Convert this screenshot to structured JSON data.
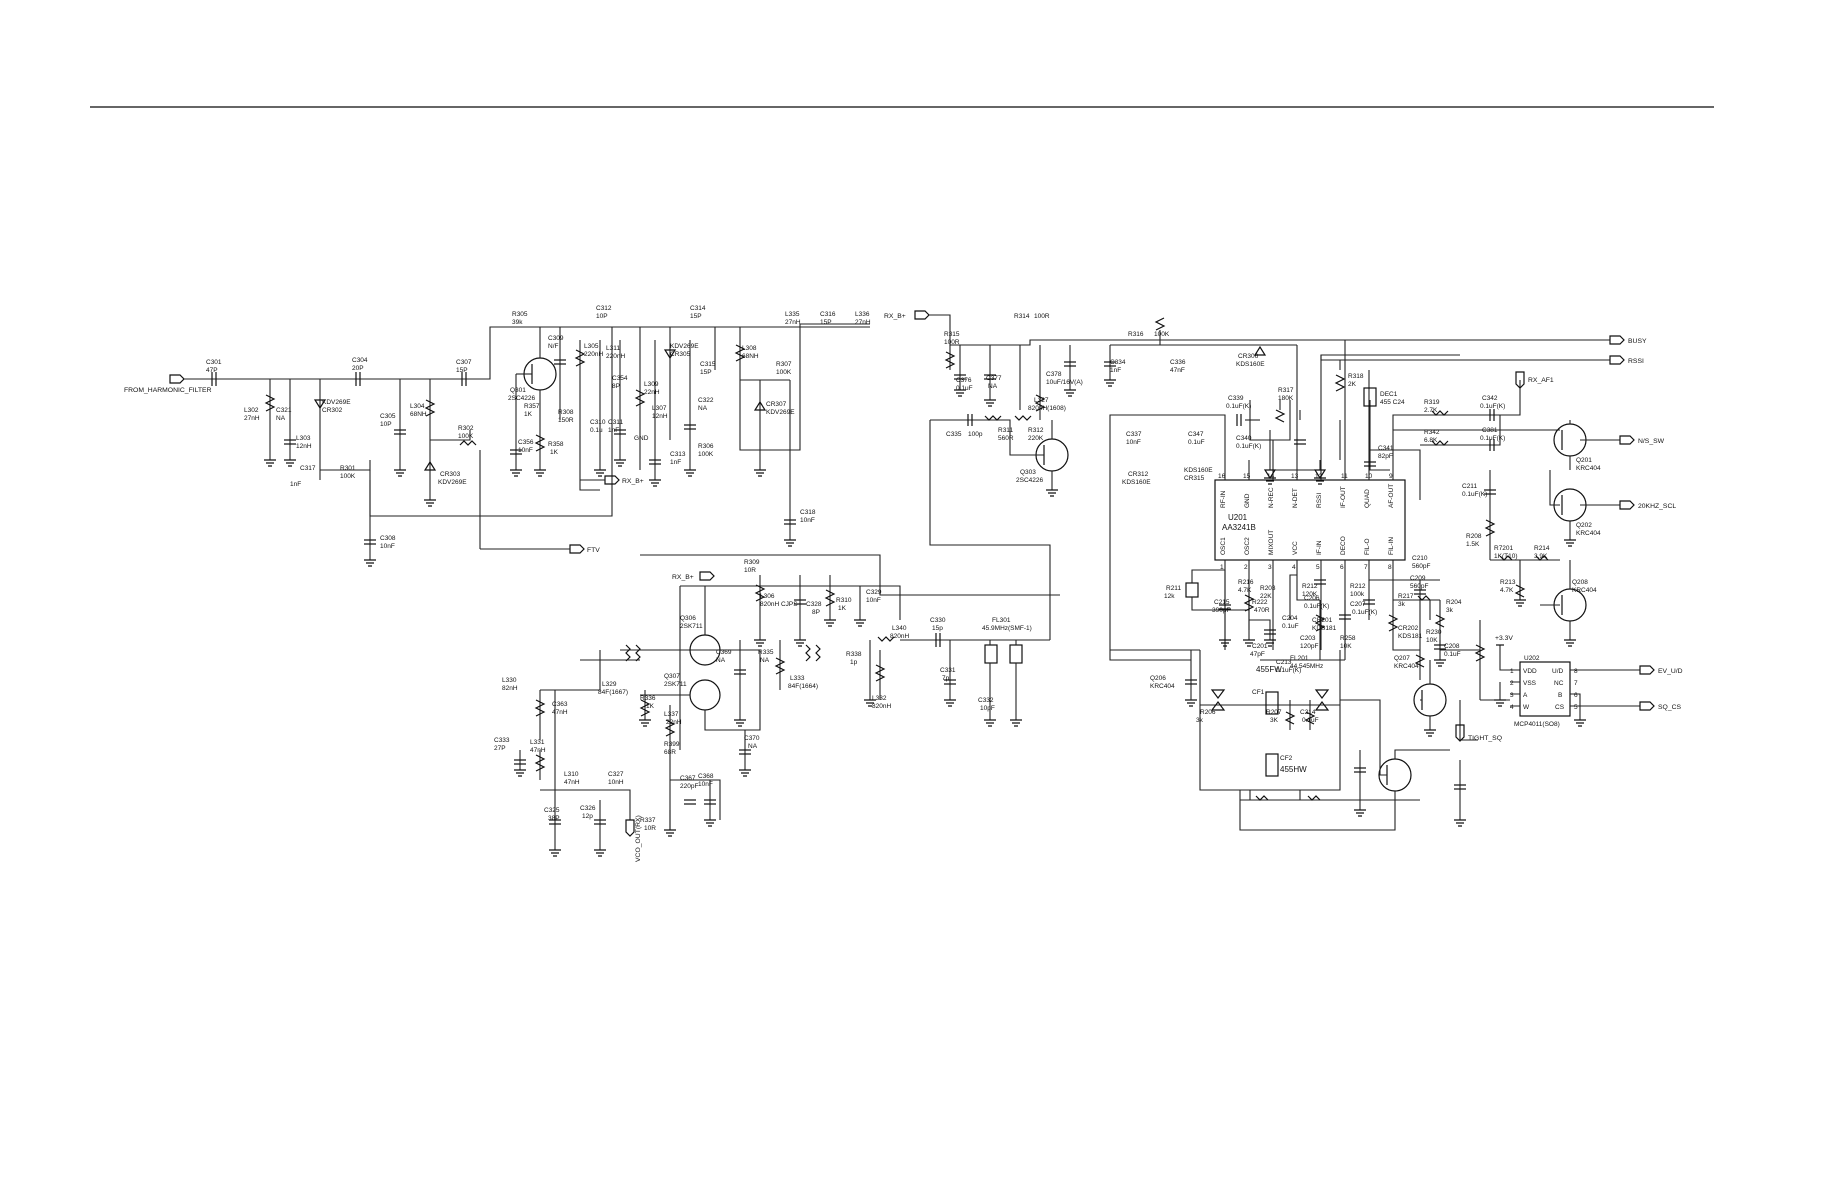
{
  "ports": {
    "from_harmonic_filter": "FROM_HARMONIC_FILTER",
    "ftv": "FTV",
    "rx_b_plus_1": "RX_B+",
    "rx_b_plus_2": "RX_B+",
    "rx_b_plus_3": "RX_B+",
    "vco_out_rx": "VCO_OUT(RX)",
    "busy": "BUSY",
    "rssi": "RSSI",
    "rx_af1": "RX_AF1",
    "n_s_sw": "N/S_SW",
    "khz_scl": "20KHZ_SCL",
    "ev_u_d": "EV_U/D",
    "sq_cs": "SQ_CS",
    "tight_sq": "TIGHT_SQ",
    "plus_3v3": "+3.3V",
    "gnd": "GND"
  },
  "ic_u201": {
    "ref": "U201",
    "part": "AA3241B",
    "top_pins": [
      "RF-IN",
      "GND",
      "N-REC",
      "N-DET",
      "RSSI",
      "IF-OUT",
      "QUAD",
      "AF-OUT"
    ],
    "top_nums": [
      "16",
      "15",
      "14",
      "13",
      "12",
      "11",
      "10",
      "9"
    ],
    "bottom_pins": [
      "OSC1",
      "OSC2",
      "MIXOUT",
      "VCC",
      "IF-IN",
      "DECO",
      "FIL-O",
      "FIL-IN"
    ],
    "bottom_nums": [
      "1",
      "2",
      "3",
      "4",
      "5",
      "6",
      "7",
      "8"
    ]
  },
  "ic_u202": {
    "ref": "U202",
    "part": "MCP4011(SO8)",
    "left_pins": [
      "VDD",
      "VSS",
      "A",
      "W"
    ],
    "left_nums": [
      "1",
      "2",
      "3",
      "4"
    ],
    "right_pins": [
      "U/D",
      "NC",
      "B",
      "CS"
    ],
    "right_nums": [
      "8",
      "7",
      "6",
      "5"
    ]
  },
  "filters": {
    "cf1": "CF1",
    "cf1_label": "455FW",
    "cf2": "CF2",
    "cf2_label": "455HW"
  },
  "labels": [
    "C301",
    "47P",
    "L302",
    "27nH",
    "C321",
    "NA",
    "L303",
    "12nH",
    "C317",
    "1nF",
    "KDV269E",
    "CR302",
    "R301",
    "100K",
    "C304",
    "20P",
    "C305",
    "10P",
    "L304",
    "68NH",
    "CR303",
    "KDV269E",
    "C307",
    "15P",
    "R302",
    "100K",
    "C308",
    "10nF",
    "R305",
    "39k",
    "C309",
    "N/F",
    "Q301",
    "2SC4226",
    "R357",
    "1K",
    "C356",
    "10nF",
    "R358",
    "1K",
    "C312",
    "10P",
    "L305",
    "220nH",
    "L311",
    "220nH",
    "R308",
    "150R",
    "C310",
    "0.1u",
    "C311",
    "1nF",
    "C354",
    "8P",
    "GND",
    "L309",
    "22nH",
    "L307",
    "12nH",
    "C313",
    "1nF",
    "C314",
    "15P",
    "KDV269E",
    "CR305",
    "C315",
    "15P",
    "C322",
    "NA",
    "R306",
    "100K",
    "L335",
    "27nH",
    "C316",
    "15P",
    "L336",
    "27nH",
    "L308",
    "68NH",
    "R307",
    "100K",
    "CR307",
    "KDV269E",
    "C318",
    "10nF",
    "R309",
    "10R",
    "L306",
    "820nH CJPS",
    "C328",
    "8P",
    "R310",
    "1K",
    "C329",
    "10nF",
    "Q306",
    "2SK711",
    "C369",
    "NA",
    "R335",
    "NA",
    "L329",
    "84F(1667)",
    "Q307",
    "2SK711",
    "L333",
    "84F(1664)",
    "R336",
    "1K",
    "L337",
    "22nH",
    "C370",
    "NA",
    "R338",
    "1p",
    "L332",
    "820nH",
    "L330",
    "82nH",
    "C363",
    "47nH",
    "C333",
    "27P",
    "L331",
    "47nH",
    "L310",
    "47nH",
    "C327",
    "10nH",
    "C325",
    "38P",
    "C326",
    "12p",
    "R399",
    "68R",
    "C367",
    "220pF",
    "C368",
    "10nF",
    "R337",
    "10R",
    "R315",
    "100R",
    "C376",
    "0.1uF",
    "C377",
    "NA",
    "R314",
    "100R",
    "C378",
    "10uF/16V(A)",
    "L327",
    "820nH(1608)",
    "C335",
    "100p",
    "R311",
    "560R",
    "R312",
    "220K",
    "Q303",
    "2SC4226",
    "R316",
    "100K",
    "C334",
    "1nF",
    "C336",
    "47nF",
    "L340",
    "820nH",
    "C330",
    "15p",
    "C331",
    "7p",
    "FL301",
    "45.9MHz(SMF-1)",
    "C332",
    "10pF",
    "CR306",
    "KDS160E",
    "R317",
    "180K",
    "C339",
    "0.1uF(K)",
    "C340",
    "0.1uF(K)",
    "C337",
    "10nF",
    "C347",
    "0.1uF",
    "CR312",
    "KDS160E",
    "KDS160E",
    "CR315",
    "R318",
    "2K",
    "DEC1",
    "455 C24",
    "C341",
    "82pF",
    "R319",
    "2.7K",
    "C342",
    "0.1uF(K)",
    "R342",
    "6.8K",
    "C381",
    "0.1uF(K)",
    "Q201",
    "KRC404",
    "Q202",
    "KRC404",
    "C211",
    "0.1uF(K)",
    "R208",
    "1.5K",
    "R7201",
    "1K(T10)",
    "R214",
    "3.9K",
    "R213",
    "4.7K",
    "Q208",
    "KRC404",
    "C201",
    "47pF",
    "C213",
    "0.1uF(K)",
    "C206",
    "0.1uF(K)",
    "C207",
    "0.1uF(K)",
    "C209",
    "560pF",
    "FL201",
    "44.545MHz",
    "C203",
    "120pF",
    "R258",
    "10K",
    "R216",
    "4.7K",
    "R203",
    "22K",
    "R212",
    "120K",
    "R212",
    "100k",
    "C210",
    "560pF",
    "R211",
    "12k",
    "C215",
    "390pF",
    "R222",
    "470R",
    "C204",
    "0.1uF",
    "CR201",
    "KDS181",
    "R217",
    "3k",
    "R204",
    "3k",
    "CR202",
    "KDS181",
    "R230",
    "10K",
    "Q207",
    "KRC404",
    "C208",
    "0.1uF",
    "Q206",
    "KRC404",
    "R206",
    "3k",
    "R207",
    "3K",
    "C214",
    "0.1uF"
  ]
}
